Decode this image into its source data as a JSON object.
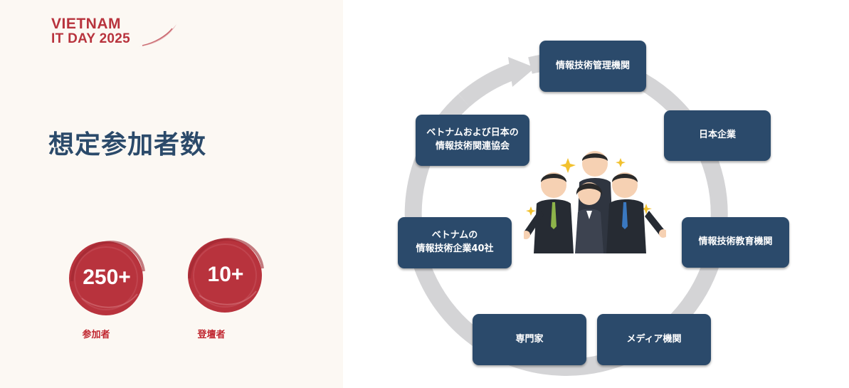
{
  "logo": {
    "line1": "VIETNAM",
    "line2": "IT DAY 2025"
  },
  "title": "想定参加者数",
  "stats": [
    {
      "value": "250+",
      "label": "参加者"
    },
    {
      "value": "10+",
      "label": "登壇者"
    }
  ],
  "nodes": {
    "top": "情報技術管理機関",
    "japan_companies": "日本企業",
    "education": "情報技術教育機関",
    "media": "メディア機関",
    "experts": "専門家",
    "vn_companies_line1": "ベトナムの",
    "vn_companies_line2": "情報技術企業40社",
    "association_line1": "ベトナムおよび日本の",
    "association_line2": "情報技術関連協会"
  },
  "colors": {
    "brand_red": "#b8333d",
    "navy": "#2b4a6b",
    "cycle_gray": "#d4d4d6",
    "panel_bg": "#fcf8f3"
  },
  "icons": [
    "business-people-illustration",
    "cycle-arrow"
  ]
}
